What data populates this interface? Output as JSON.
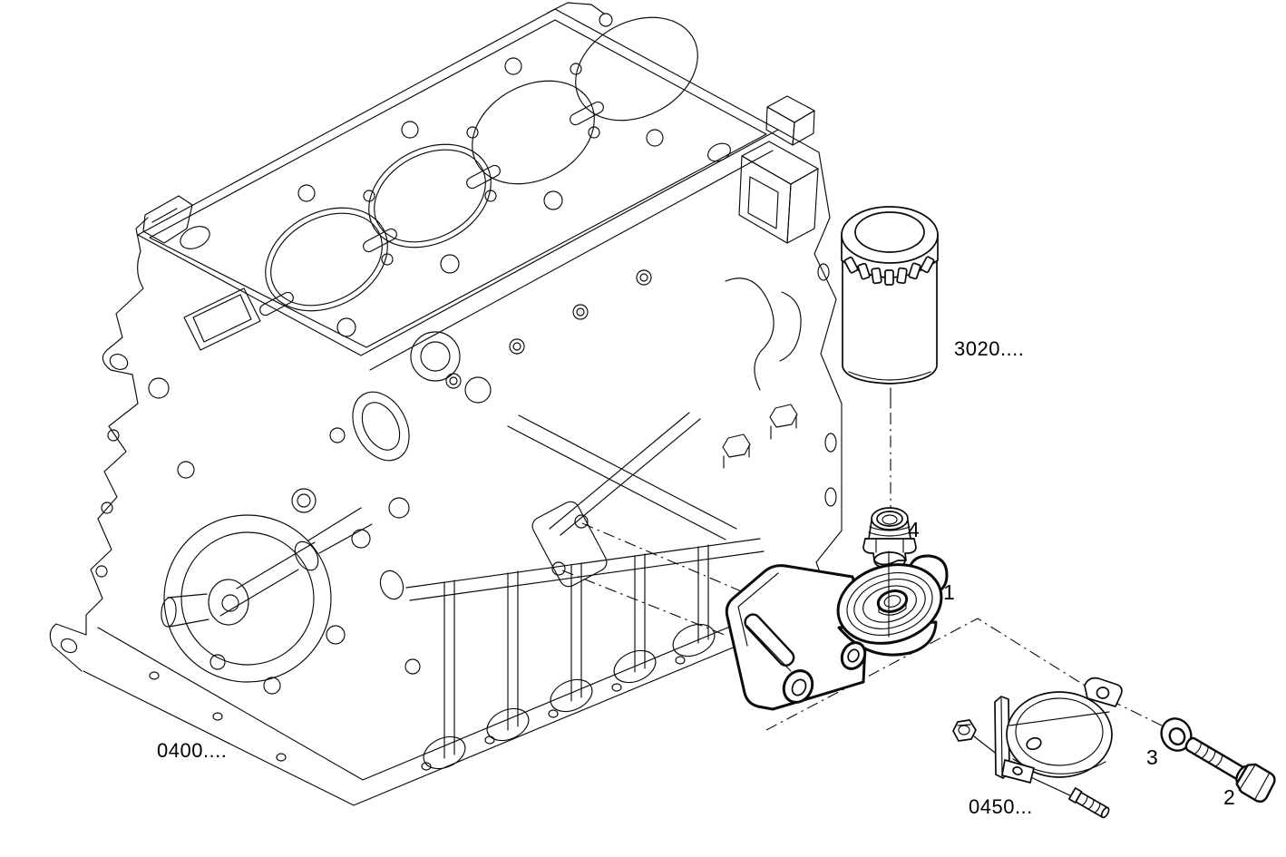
{
  "figure": {
    "diagram_type": "exploded parts diagram",
    "subject": "engine cylinder block with oil filter, bracket and pipe clamp",
    "colors": {
      "background": "#ffffff",
      "line": "#000000"
    }
  },
  "callouts": {
    "oil_filter_ref": "3020....",
    "engine_block_ref": "0400....",
    "clamp_ref": "0450...",
    "item_1_bracket": "1",
    "item_2_bolt": "2",
    "item_3_washer": "3",
    "item_4_fitting": "4"
  }
}
